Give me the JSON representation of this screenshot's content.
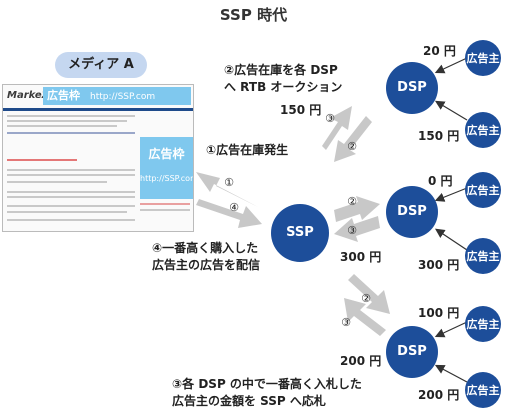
{
  "title": "SSP 時代",
  "media": {
    "label": "メディア A",
    "logo_text": "MarkeZine",
    "banner_text": "広告枠",
    "banner_url": "http://SSP.com",
    "side_ad_text": "広告枠",
    "side_ad_url": "http://SSP.com"
  },
  "ssp_label": "SSP",
  "dsp_label": "DSP",
  "advertiser_label": "広告主",
  "markers": {
    "m1": "①",
    "m2": "②",
    "m3": "③",
    "m4": "④"
  },
  "steps": {
    "step1": "①広告在庫発生",
    "step2_line1": "②広告在庫を各 DSP",
    "step2_line2": "へ RTB オークション",
    "step3_line1": "③各 DSP の中で一番高く入札した",
    "step3_line2": "広告主の金額を SSP へ応札",
    "step4_line1": "④一番高く購入した",
    "step4_line2": "広告主の広告を配信"
  },
  "prices": {
    "dsp1_adv1": "20 円",
    "dsp1_adv2": "150 円",
    "dsp1_bid": "150 円",
    "dsp2_adv1": "0 円",
    "dsp2_adv2": "300 円",
    "dsp2_bid": "300 円",
    "dsp3_adv1": "100 円",
    "dsp3_adv2": "200 円",
    "dsp3_bid": "200 円"
  },
  "colors": {
    "circle": "#1d4e9a",
    "arrow": "#c8c8c8",
    "banner": "#7fc8ee"
  }
}
